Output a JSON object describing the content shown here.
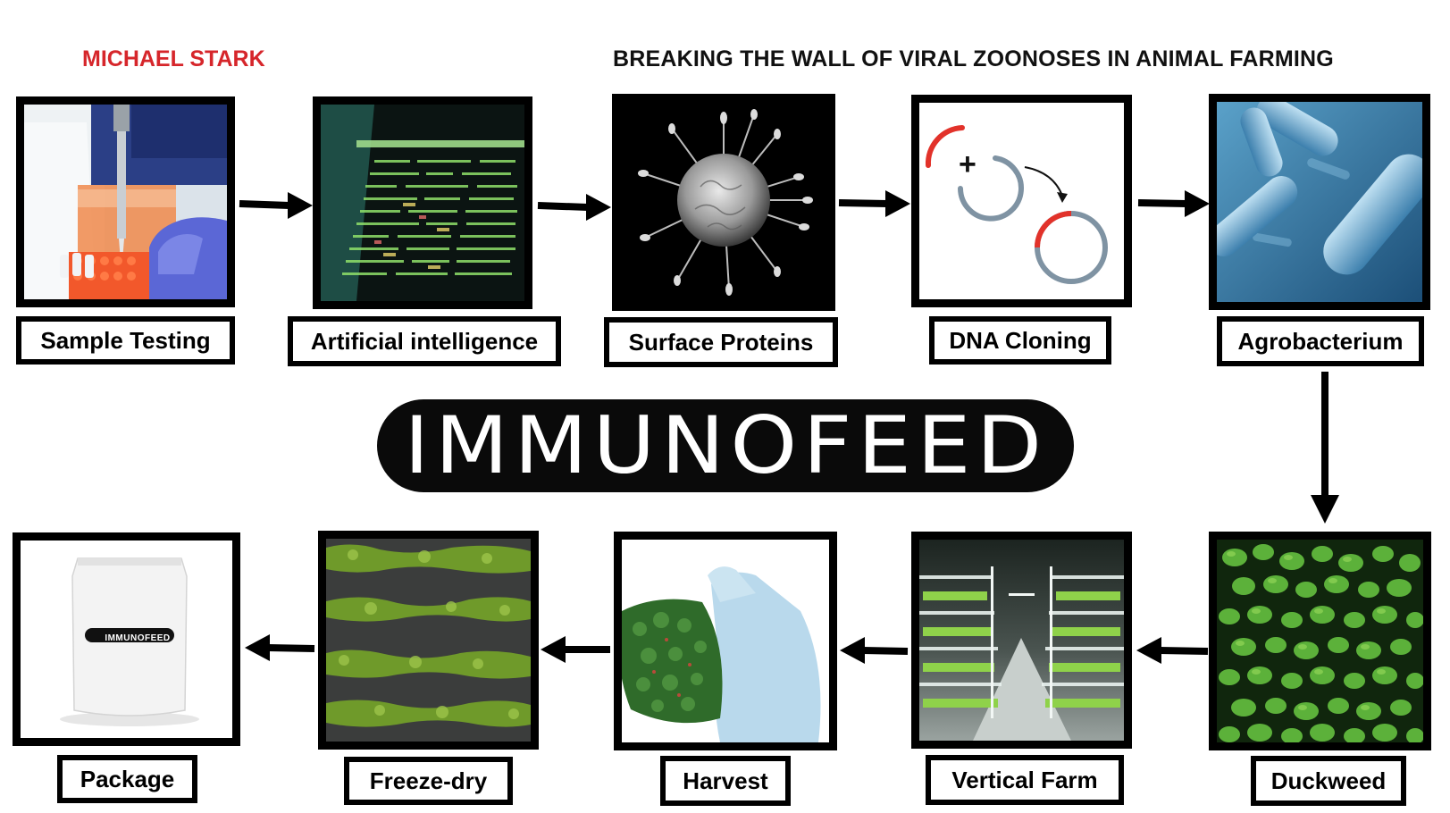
{
  "header": {
    "author": "MICHAEL STARK",
    "title": "BREAKING THE WALL OF VIRAL ZOONOSES IN ANIMAL FARMING"
  },
  "logo": {
    "text": "IMMUNOFEED"
  },
  "steps": [
    {
      "label": "Sample Testing",
      "image": "pipette-lab-photo"
    },
    {
      "label": "Artificial intelligence",
      "image": "code-screen-photo"
    },
    {
      "label": "Surface Proteins",
      "image": "virus-particle-image"
    },
    {
      "label": "DNA Cloning",
      "image": "plasmid-diagram",
      "symbol": "+"
    },
    {
      "label": "Agrobacterium",
      "image": "bacteria-render"
    },
    {
      "label": "Duckweed",
      "image": "duckweed-photo"
    },
    {
      "label": "Vertical Farm",
      "image": "vertical-farm-photo"
    },
    {
      "label": "Harvest",
      "image": "gloved-hand-harvest-photo"
    },
    {
      "label": "Freeze-dry",
      "image": "freeze-dried-rows-photo"
    },
    {
      "label": "Package",
      "image": "pouch-photo",
      "pouch_text": "IMMUNOFEED"
    }
  ],
  "colors": {
    "accent_red": "#d6262b",
    "frame": "#000000",
    "logo_bg": "#0a0a0a",
    "plasmid_gray": "#7f93a3"
  }
}
